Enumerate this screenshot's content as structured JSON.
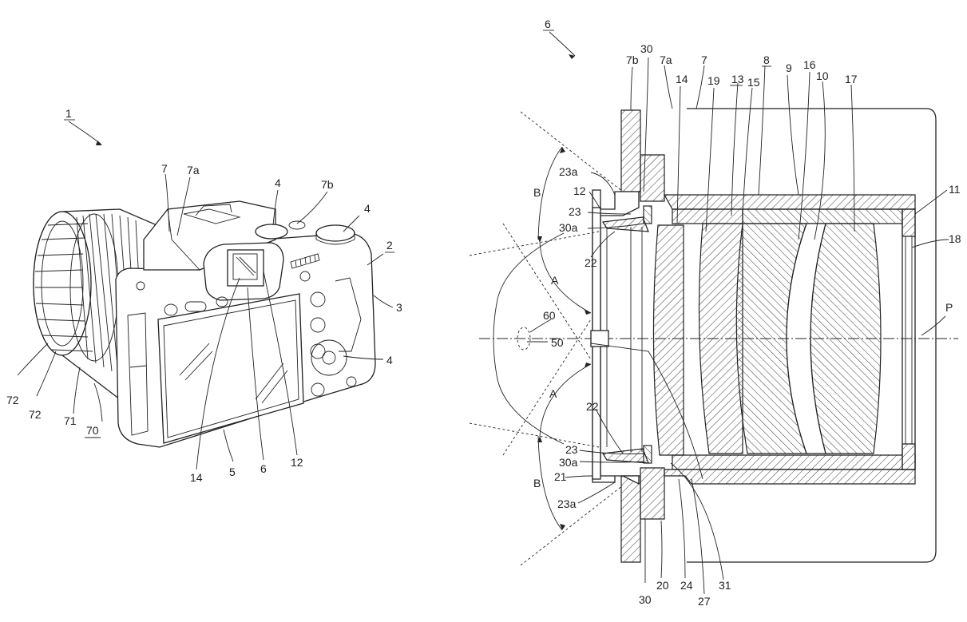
{
  "figure_left": {
    "ref_main": "1",
    "labels": [
      {
        "text": "7"
      },
      {
        "text": "7a"
      },
      {
        "text": "4"
      },
      {
        "text": "7b"
      },
      {
        "text": "4"
      },
      {
        "text": "2"
      },
      {
        "text": "3"
      },
      {
        "text": "4"
      },
      {
        "text": "12"
      },
      {
        "text": "6"
      },
      {
        "text": "5"
      },
      {
        "text": "14"
      },
      {
        "text": "70"
      },
      {
        "text": "71"
      },
      {
        "text": "72"
      },
      {
        "text": "72"
      }
    ]
  },
  "figure_right": {
    "ref_main": "6",
    "labels": [
      {
        "text": "7b"
      },
      {
        "text": "30"
      },
      {
        "text": "7a"
      },
      {
        "text": "7"
      },
      {
        "text": "8"
      },
      {
        "text": "9"
      },
      {
        "text": "16"
      },
      {
        "text": "10"
      },
      {
        "text": "17"
      },
      {
        "text": "14"
      },
      {
        "text": "19"
      },
      {
        "text": "13"
      },
      {
        "text": "15"
      },
      {
        "text": "11"
      },
      {
        "text": "18"
      },
      {
        "text": "P"
      },
      {
        "text": "23a"
      },
      {
        "text": "12"
      },
      {
        "text": "23"
      },
      {
        "text": "30a"
      },
      {
        "text": "22"
      },
      {
        "text": "B"
      },
      {
        "text": "A"
      },
      {
        "text": "60"
      },
      {
        "text": "50"
      },
      {
        "text": "A"
      },
      {
        "text": "22"
      },
      {
        "text": "23"
      },
      {
        "text": "30a"
      },
      {
        "text": "21"
      },
      {
        "text": "23a"
      },
      {
        "text": "B"
      },
      {
        "text": "30"
      },
      {
        "text": "20"
      },
      {
        "text": "24"
      },
      {
        "text": "27"
      },
      {
        "text": "31"
      }
    ]
  }
}
